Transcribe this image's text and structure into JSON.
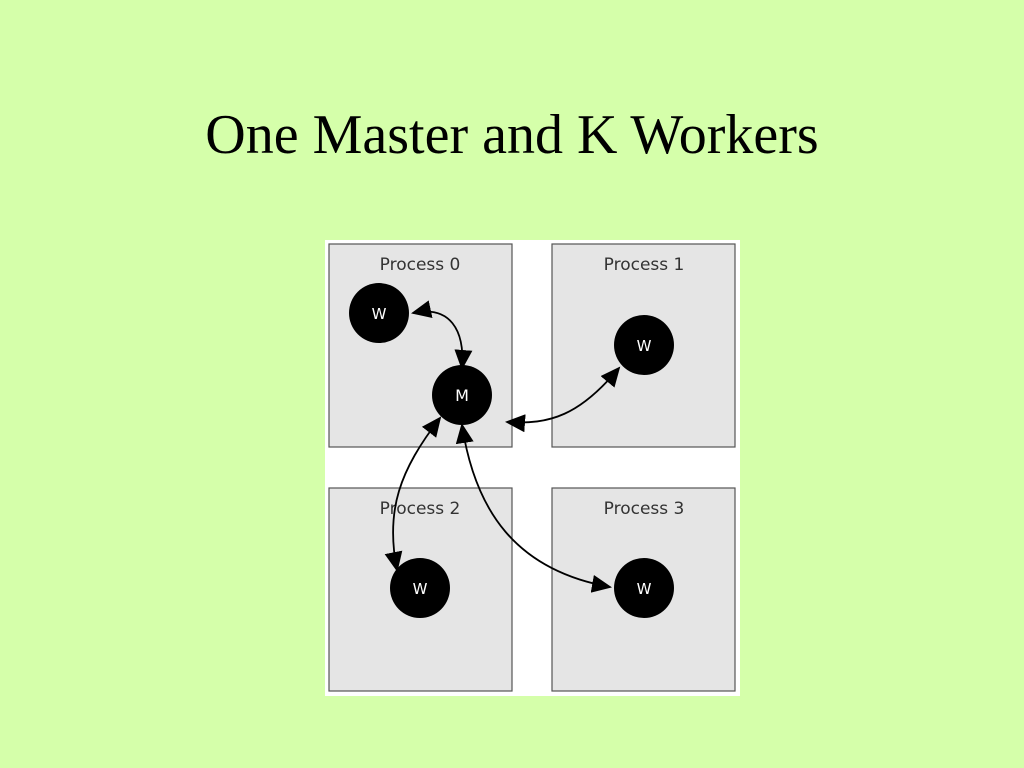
{
  "slide": {
    "title": "One Master and K Workers"
  },
  "diagram": {
    "processes": [
      {
        "label": "Process 0"
      },
      {
        "label": "Process 1"
      },
      {
        "label": "Process 2"
      },
      {
        "label": "Process 3"
      }
    ],
    "master": {
      "label": "M"
    },
    "workers": [
      {
        "label": "W"
      },
      {
        "label": "W"
      },
      {
        "label": "W"
      },
      {
        "label": "W"
      }
    ]
  }
}
